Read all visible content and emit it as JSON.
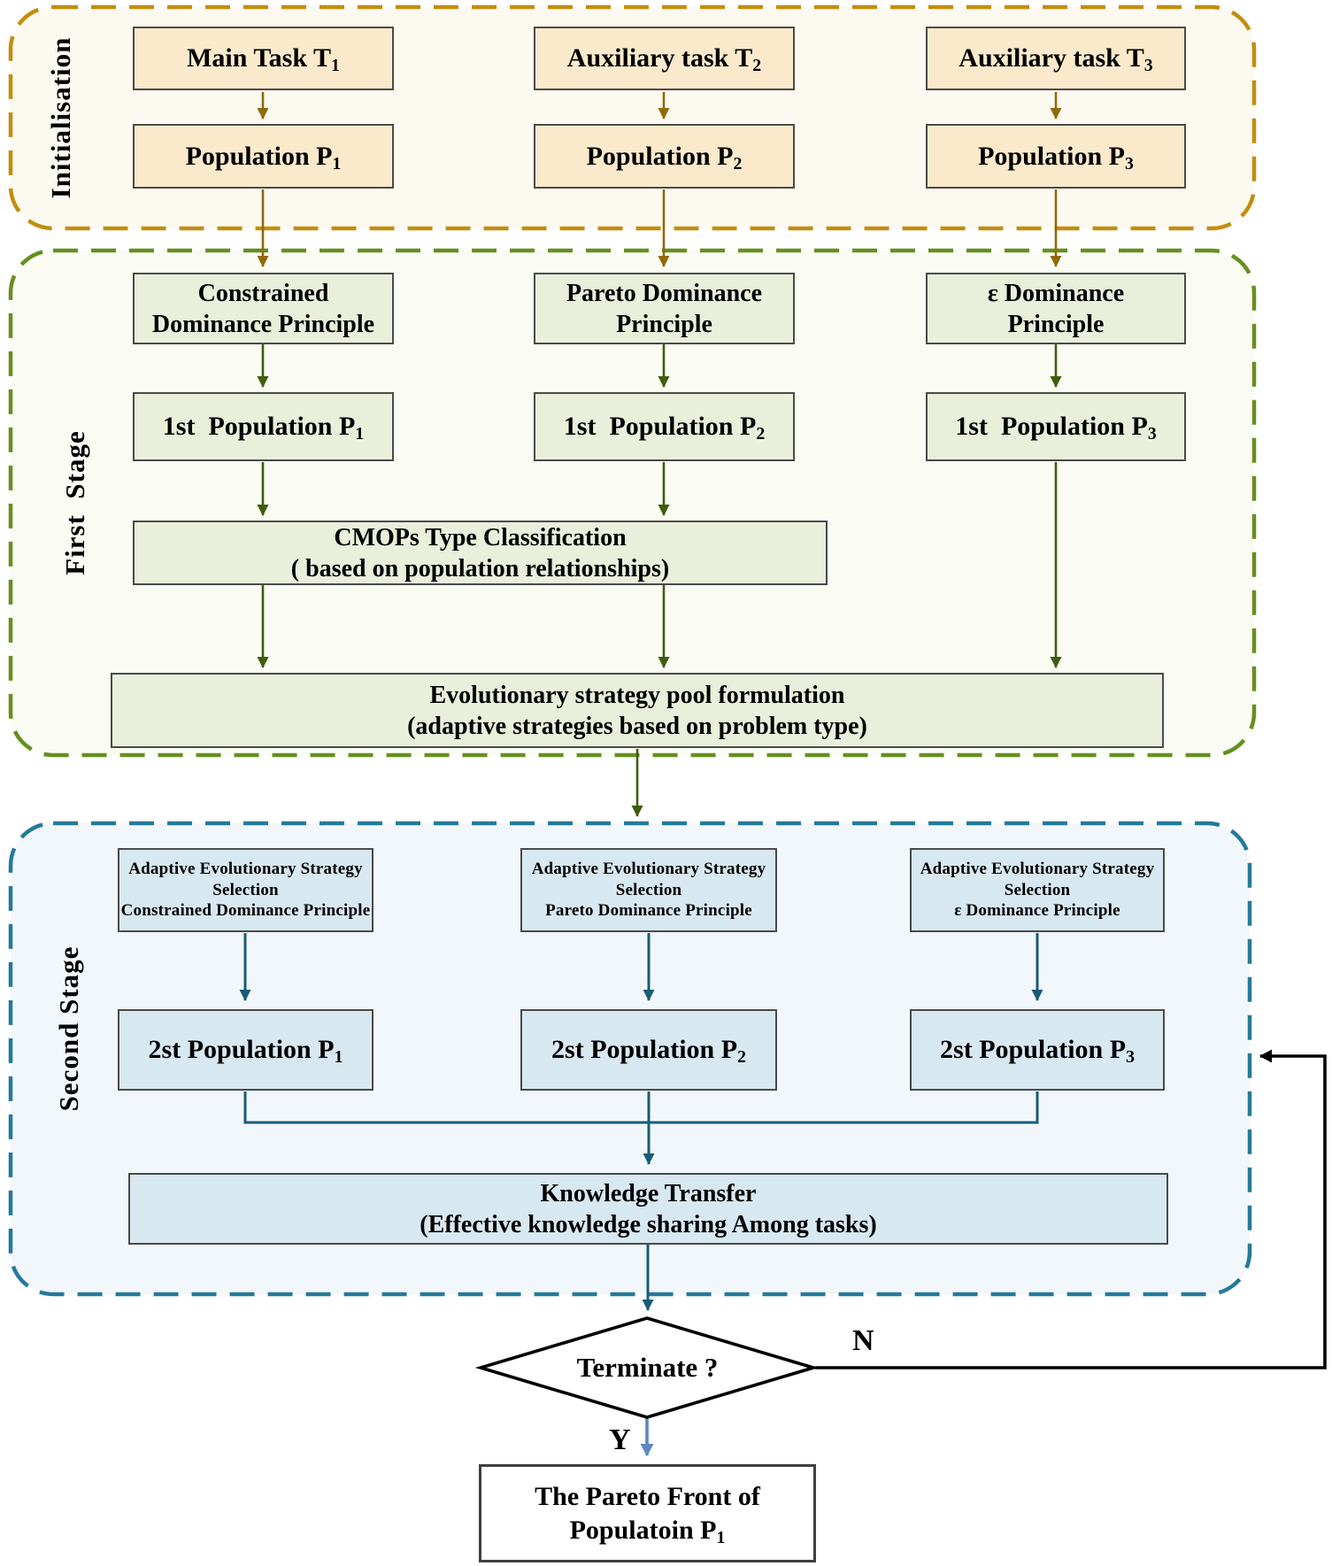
{
  "sections": {
    "initialisation": {
      "label": "Initialisation"
    },
    "first_stage": {
      "label": "First  Stage"
    },
    "second_stage": {
      "label": "Second Stage"
    }
  },
  "initialisation": {
    "tasks": [
      {
        "text": "Main Task T",
        "sub": "1"
      },
      {
        "text": "Auxiliary task T",
        "sub": "2"
      },
      {
        "text": "Auxiliary task T",
        "sub": "3"
      }
    ],
    "populations": [
      {
        "text": "Population P",
        "sub": "1"
      },
      {
        "text": "Population P",
        "sub": "2"
      },
      {
        "text": "Population P",
        "sub": "3"
      }
    ]
  },
  "first_stage": {
    "principles": [
      {
        "line1": "Constrained",
        "line2": "Dominance Principle"
      },
      {
        "line1": "Pareto Dominance",
        "line2": "Principle"
      },
      {
        "line1": "ε Dominance",
        "line2": "Principle"
      }
    ],
    "populations": [
      {
        "text": "1st  Population P",
        "sub": "1"
      },
      {
        "text": "1st  Population P",
        "sub": "2"
      },
      {
        "text": "1st  Population P",
        "sub": "3"
      }
    ],
    "classification": {
      "line1": "CMOPs Type Classification",
      "line2": "( based on population relationships)"
    },
    "strategy_pool": {
      "line1": "Evolutionary strategy pool formulation",
      "line2": "(adaptive strategies based on problem type)"
    }
  },
  "second_stage": {
    "adaptive_selection": [
      {
        "line1": "Adaptive Evolutionary Strategy",
        "line2": "Selection",
        "line3": "Constrained Dominance Principle"
      },
      {
        "line1": "Adaptive Evolutionary Strategy",
        "line2": "Selection",
        "line3": "Pareto Dominance Principle"
      },
      {
        "line1": "Adaptive Evolutionary Strategy",
        "line2": "Selection",
        "line3": "ε Dominance Principle"
      }
    ],
    "populations": [
      {
        "text": "2st Population P",
        "sub": "1"
      },
      {
        "text": "2st Population P",
        "sub": "2"
      },
      {
        "text": "2st Population P",
        "sub": "3"
      }
    ],
    "knowledge_transfer": {
      "line1": "Knowledge Transfer",
      "line2": "(Effective knowledge sharing Among tasks)"
    }
  },
  "decision": {
    "label": "Terminate ?",
    "yes": "Y",
    "no": "N"
  },
  "result": {
    "line1": "The Pareto Front of",
    "line2": "Populatoin P",
    "sub": "1"
  },
  "colors": {
    "init_border": "#c28e0e",
    "init_box_fill": "#faeacb",
    "init_arrow": "#8f6a08",
    "stage1_border": "#668f1f",
    "stage1_box_fill": "#e9efdb",
    "stage1_arrow": "#3c5e0f",
    "stage2_border": "#257a99",
    "stage2_box_fill": "#d8e8f1",
    "stage2_arrow": "#175c77",
    "yes_arrow": "#5c87c5",
    "no_loop_line": "#000000",
    "box_border": "#4a4a4a"
  }
}
